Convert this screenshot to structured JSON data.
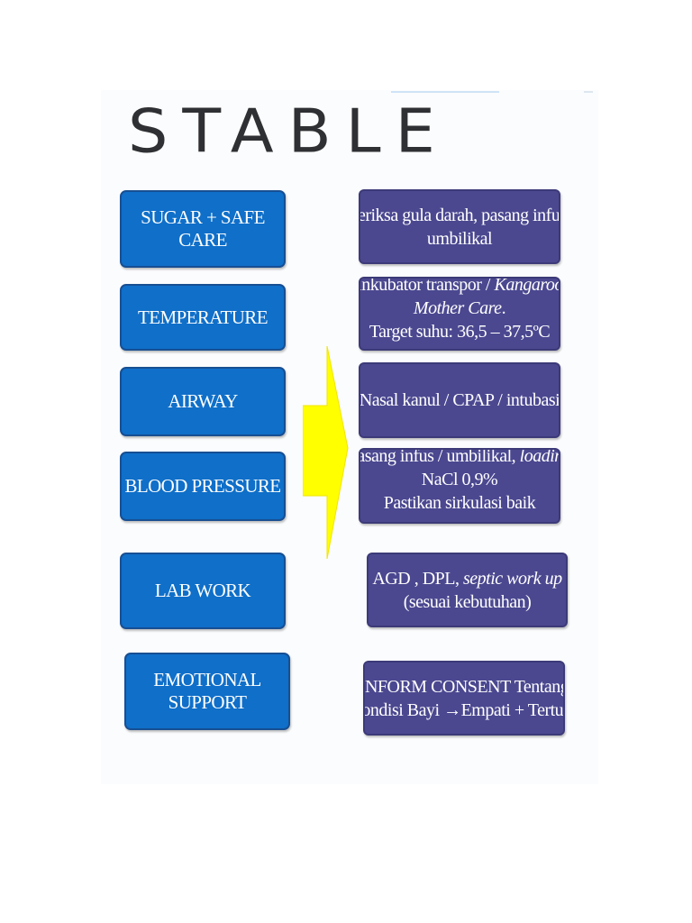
{
  "title": "STABLE",
  "colors": {
    "left_box": "#0f6fc9",
    "right_box": "#4b4890",
    "arrow": "#ffff00",
    "title": "#2f3033"
  },
  "rows": [
    {
      "label": "SUGAR + SAFE CARE",
      "detail": {
        "l1": "Periksa gula darah, pasang infus/",
        "l2": "umbilikal"
      }
    },
    {
      "label": "TEMPERATURE",
      "detail": {
        "l1a": "Inkubator transpor / ",
        "l1b": "Kangaroo",
        "l2": "Mother Care",
        "l2b": ".",
        "l3": "Target suhu: 36,5 – 37,5ºC"
      }
    },
    {
      "label": "AIRWAY",
      "detail": {
        "l1": "Nasal kanul / CPAP / intubasi"
      }
    },
    {
      "label": "BLOOD PRESSURE",
      "detail": {
        "l1a": "Pasang infus / umbilikal, ",
        "l1b": "loading",
        "l2": "NaCl 0,9%",
        "l3": "Pastikan sirkulasi baik"
      }
    },
    {
      "label": "LAB WORK",
      "detail": {
        "l1a": "AGD , DPL, ",
        "l1b": "septic work up",
        "l2": "(sesuai kebutuhan)"
      }
    },
    {
      "label": "EMOTIONAL SUPPORT",
      "detail": {
        "l1": "INFORM CONSENT  Tentang",
        "l2a": "Kondisi Bayi  ",
        "l2arrow": "→",
        "l2b": "Empati + Tertulis"
      }
    }
  ]
}
